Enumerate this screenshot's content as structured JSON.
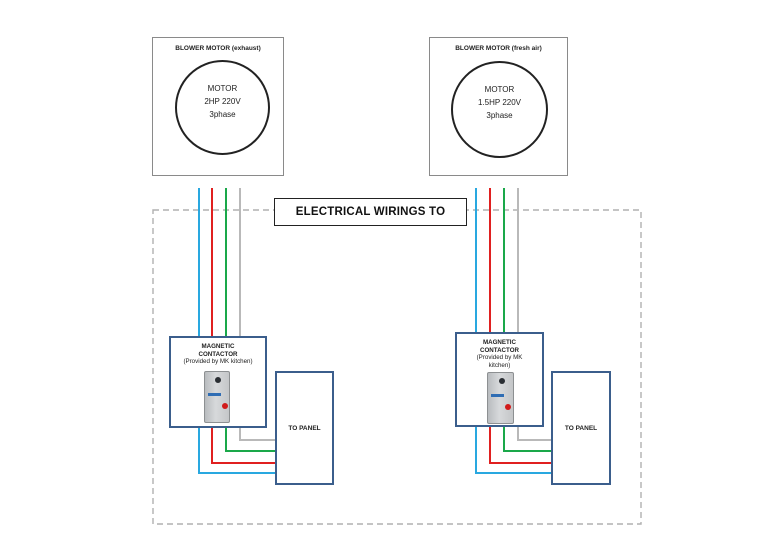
{
  "title": "ELECTRICAL WIRINGS TO",
  "wire_colors": {
    "blue": "#29a8e0",
    "red": "#e02020",
    "green": "#1aa84a",
    "gray": "#b9b9b9",
    "navy": "#1f3f7a"
  },
  "units": [
    {
      "motor_header": "BLOWER MOTOR (exhaust)",
      "motor_line1": "MOTOR",
      "motor_line2": "2HP  220V",
      "motor_line3": "3phase",
      "contactor_title": "MAGNETIC\nCONTACTOR",
      "contactor_sub": "(Provided by MK kitchen)",
      "panel_label": "TO PANEL"
    },
    {
      "motor_header": "BLOWER MOTOR (fresh air)",
      "motor_line1": "MOTOR",
      "motor_line2": "1.5HP 220V",
      "motor_line3": "3phase",
      "contactor_title": "MAGNETIC\nCONTACTOR",
      "contactor_sub": "(Provided by MK\nkitchen)",
      "panel_label": "TO PANEL"
    }
  ]
}
